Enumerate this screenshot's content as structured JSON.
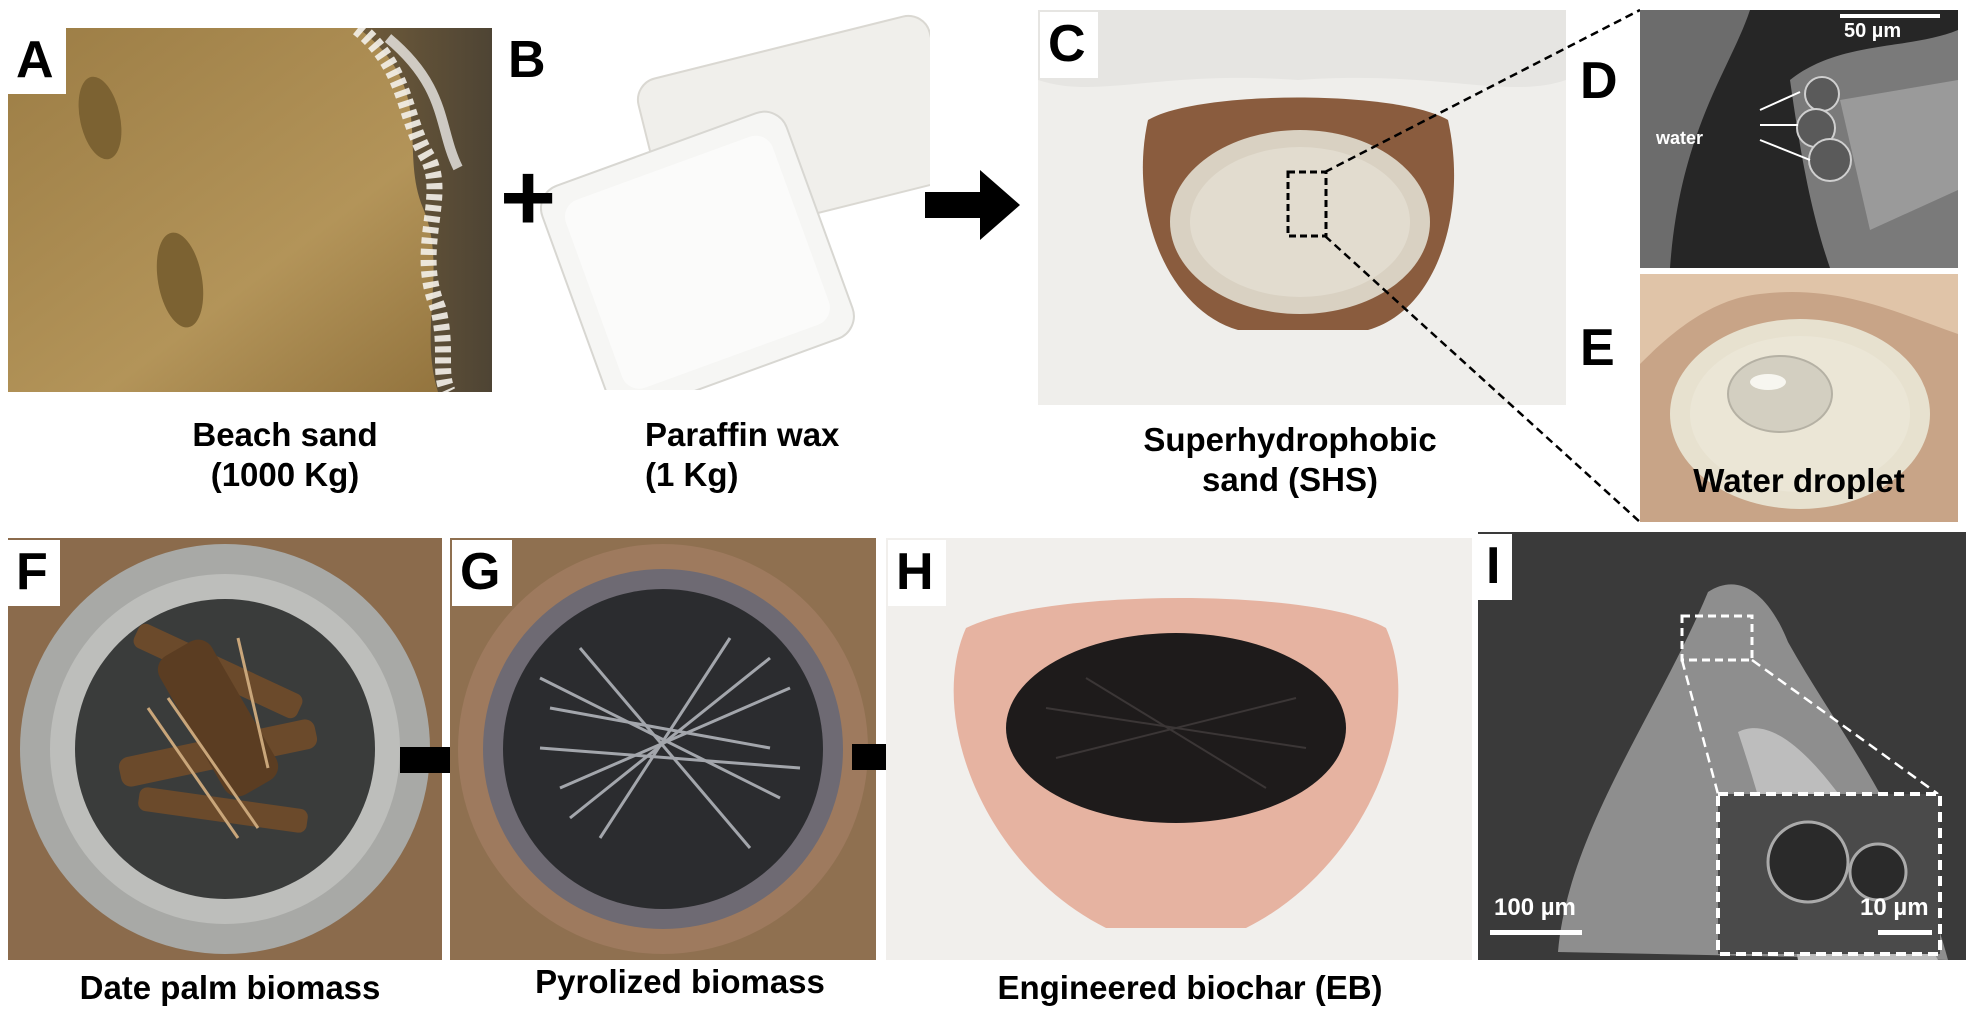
{
  "panels": {
    "A": {
      "letter": "A",
      "caption": [
        "Beach sand",
        "(1000 Kg)"
      ]
    },
    "B": {
      "letter": "B",
      "caption": [
        "Paraffin wax",
        "(1 Kg)"
      ]
    },
    "C": {
      "letter": "C",
      "caption": [
        "Superhydrophobic",
        "sand (SHS)"
      ]
    },
    "D": {
      "letter": "D",
      "water_label": "water",
      "scale": "50 µm"
    },
    "E": {
      "letter": "E",
      "label": "Water droplet"
    },
    "F": {
      "letter": "F",
      "caption": [
        "Date palm biomass"
      ]
    },
    "G": {
      "letter": "G",
      "caption": [
        "Pyrolized biomass"
      ]
    },
    "H": {
      "letter": "H",
      "caption": [
        "Engineered biochar (EB)"
      ]
    },
    "I": {
      "letter": "I",
      "scale_main": "100 µm",
      "scale_inset": "10 µm"
    }
  },
  "symbols": {
    "plus": "+"
  },
  "colors": {
    "sand": "#a98a52",
    "wax": "#f3f3f0",
    "char": "#1c1a1a",
    "sem": "#5a5a5a"
  }
}
